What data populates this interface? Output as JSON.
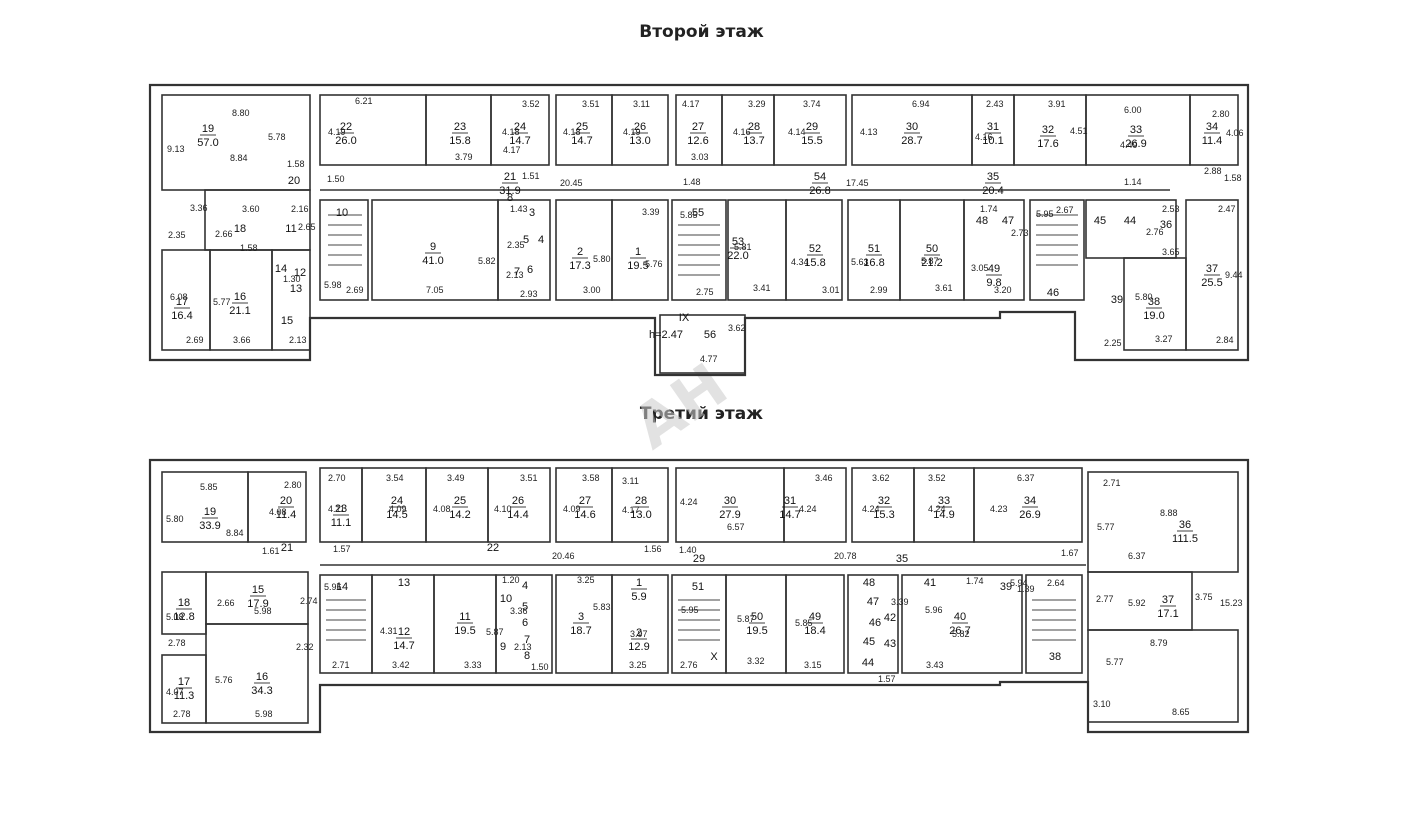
{
  "titles": {
    "second": "Второй этаж",
    "third": "Третий этаж"
  },
  "watermark": "АН",
  "floor2": {
    "rooms": [
      {
        "n": "19",
        "a": "57.0"
      },
      {
        "n": "22",
        "a": "26.0"
      },
      {
        "n": "23",
        "a": "15.8"
      },
      {
        "n": "24",
        "a": "14.7"
      },
      {
        "n": "25",
        "a": "14.7"
      },
      {
        "n": "26",
        "a": "13.0"
      },
      {
        "n": "27",
        "a": "12.6"
      },
      {
        "n": "28",
        "a": "13.7"
      },
      {
        "n": "29",
        "a": "15.5"
      },
      {
        "n": "30",
        "a": "28.7"
      },
      {
        "n": "31",
        "a": "10.1"
      },
      {
        "n": "32",
        "a": "17.6"
      },
      {
        "n": "33",
        "a": "26.9"
      },
      {
        "n": "34",
        "a": "11.4"
      },
      {
        "n": "21",
        "a": "31.9"
      },
      {
        "n": "54",
        "a": "26.8"
      },
      {
        "n": "35",
        "a": "20.4"
      },
      {
        "n": "9",
        "a": "41.0"
      },
      {
        "n": "2",
        "a": "17.3"
      },
      {
        "n": "1",
        "a": "19.5"
      },
      {
        "n": "53",
        "a": "22.0"
      },
      {
        "n": "52",
        "a": "15.8"
      },
      {
        "n": "51",
        "a": "16.8"
      },
      {
        "n": "50",
        "a": "21.2"
      },
      {
        "n": "49",
        "a": "9.8"
      },
      {
        "n": "17",
        "a": "16.4"
      },
      {
        "n": "16",
        "a": "21.1"
      },
      {
        "n": "38",
        "a": "19.0"
      },
      {
        "n": "37",
        "a": "25.5"
      }
    ],
    "labels": [
      "20",
      "18",
      "11",
      "10",
      "14",
      "12",
      "13",
      "15",
      "8",
      "3",
      "5",
      "4",
      "7",
      "6",
      "55",
      "48",
      "47",
      "45",
      "44",
      "36",
      "39",
      "46",
      "56",
      "IX",
      "h=2.47"
    ],
    "dims": [
      "8.80",
      "9.13",
      "5.78",
      "8.84",
      "1.58",
      "6.21",
      "4.19",
      "3.79",
      "4.18",
      "3.52",
      "4.17",
      "3.51",
      "4.18",
      "3.11",
      "4.19",
      "3.03",
      "4.17",
      "3.29",
      "4.16",
      "3.74",
      "4.14",
      "6.94",
      "4.13",
      "2.43",
      "4.16",
      "3.91",
      "4.51",
      "6.00",
      "4.49",
      "2.80",
      "4.06",
      "2.88",
      "1.58",
      "1.50",
      "1.51",
      "20.45",
      "1.48",
      "17.45",
      "1.14",
      "3.36",
      "3.60",
      "2.16",
      "2.66",
      "2.65",
      "2.35",
      "1.58",
      "1.30",
      "1.43",
      "2.35",
      "2.13",
      "2.93",
      "5.82",
      "7.05",
      "5.80",
      "3.00",
      "3.39",
      "5.76",
      "5.85",
      "2.75",
      "5.81",
      "3.41",
      "4.34",
      "3.01",
      "5.63",
      "2.99",
      "5.87",
      "3.61",
      "1.74",
      "2.73",
      "3.05",
      "3.20",
      "5.95",
      "2.67",
      "2.53",
      "2.76",
      "3.65",
      "2.47",
      "9.44",
      "5.80",
      "3.27",
      "2.84",
      "2.25",
      "6.08",
      "2.69",
      "5.77",
      "3.66",
      "2.13",
      "5.98",
      "2.69",
      "3.62",
      "4.77"
    ]
  },
  "floor3": {
    "rooms": [
      {
        "n": "19",
        "a": "33.9"
      },
      {
        "n": "20",
        "a": "11.4"
      },
      {
        "n": "23",
        "a": "11.1"
      },
      {
        "n": "24",
        "a": "14.5"
      },
      {
        "n": "25",
        "a": "14.2"
      },
      {
        "n": "26",
        "a": "14.4"
      },
      {
        "n": "27",
        "a": "14.6"
      },
      {
        "n": "28",
        "a": "13.0"
      },
      {
        "n": "30",
        "a": "27.9"
      },
      {
        "n": "31",
        "a": "14.7"
      },
      {
        "n": "32",
        "a": "15.3"
      },
      {
        "n": "33",
        "a": "14.9"
      },
      {
        "n": "34",
        "a": "26.9"
      },
      {
        "n": "36",
        "a": "111.5"
      },
      {
        "n": "18",
        "a": "12.8"
      },
      {
        "n": "15",
        "a": "17.9"
      },
      {
        "n": "17",
        "a": "11.3"
      },
      {
        "n": "16",
        "a": "34.3"
      },
      {
        "n": "12",
        "a": "14.7"
      },
      {
        "n": "11",
        "a": "19.5"
      },
      {
        "n": "3",
        "a": "18.7"
      },
      {
        "n": "1",
        "a": "5.9"
      },
      {
        "n": "2",
        "a": "12.9"
      },
      {
        "n": "50",
        "a": "19.5"
      },
      {
        "n": "49",
        "a": "18.4"
      },
      {
        "n": "40",
        "a": "26.7"
      },
      {
        "n": "37",
        "a": "17.1"
      }
    ],
    "labels": [
      "21",
      "22",
      "29",
      "35",
      "14",
      "13",
      "10",
      "4",
      "5",
      "6",
      "7",
      "8",
      "9",
      "51",
      "48",
      "47",
      "46",
      "42",
      "45",
      "43",
      "44",
      "41",
      "39",
      "38",
      "X"
    ],
    "dims": [
      "5.85",
      "5.80",
      "8.84",
      "2.80",
      "4.08",
      "1.61",
      "2.70",
      "4.11",
      "1.57",
      "3.54",
      "4.09",
      "3.49",
      "4.08",
      "4.10",
      "3.51",
      "3.58",
      "4.09",
      "3.11",
      "4.17",
      "20.46",
      "1.56",
      "4.24",
      "6.57",
      "1.40",
      "3.46",
      "4.24",
      "3.62",
      "4.24",
      "3.52",
      "4.24",
      "4.23",
      "6.37",
      "20.78",
      "1.67",
      "2.71",
      "5.77",
      "6.37",
      "8.88",
      "5.08",
      "2.66",
      "2.74",
      "5.98",
      "5.96",
      "2.78",
      "4.07",
      "2.78",
      "5.76",
      "2.32",
      "5.98",
      "4.31",
      "3.42",
      "2.71",
      "5.87",
      "3.33",
      "1.20",
      "3.36",
      "2.13",
      "1.50",
      "3.25",
      "5.83",
      "3.97",
      "3.25",
      "5.95",
      "2.76",
      "5.87",
      "3.32",
      "5.85",
      "3.15",
      "3.39",
      "1.57",
      "1.74",
      "5.96",
      "5.82",
      "3.43",
      "5.94",
      "1.39",
      "2.64",
      "2.77",
      "5.92",
      "3.75",
      "15.23",
      "8.79",
      "5.77",
      "3.10",
      "8.65"
    ]
  }
}
